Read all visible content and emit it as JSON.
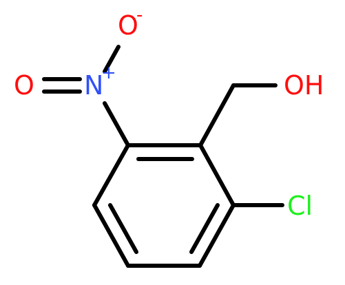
{
  "molecule": {
    "atoms": {
      "oxygen_minus": {
        "symbol": "O",
        "charge": "-",
        "color": "#ff0d0d"
      },
      "oxygen_double": {
        "symbol": "O",
        "color": "#ff0d0d"
      },
      "nitrogen": {
        "symbol": "N",
        "charge": "+",
        "color": "#3050f8"
      },
      "hydroxyl": {
        "symbol": "OH",
        "color": "#ff0d0d"
      },
      "chlorine": {
        "symbol": "Cl",
        "color": "#1ff01f"
      }
    },
    "bond_color": "#000000",
    "background": "#ffffff"
  }
}
